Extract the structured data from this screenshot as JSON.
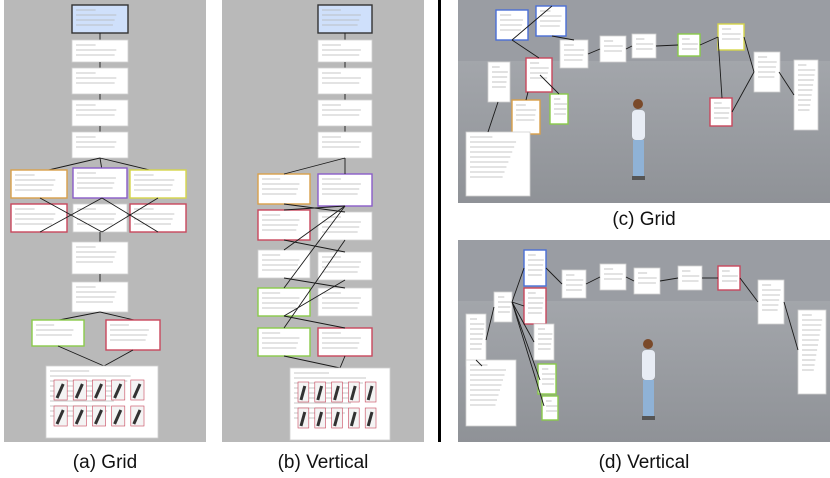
{
  "captions": {
    "grid_2d": "(a) Grid",
    "vertical_2d": "(b) Vertical",
    "grid_3d": "(c) Grid",
    "vertical_3d": "(d) Vertical"
  },
  "colors": {
    "view_blue": "#4a6fd6",
    "view_purple": "#8a5cc9",
    "view_orange": "#d9a04a",
    "view_yellow": "#d6d64a",
    "view_red": "#c9475c",
    "view_green": "#8acb4a",
    "panel_gray": "#b9b9b9",
    "scene_gray": "#9a9da3"
  }
}
